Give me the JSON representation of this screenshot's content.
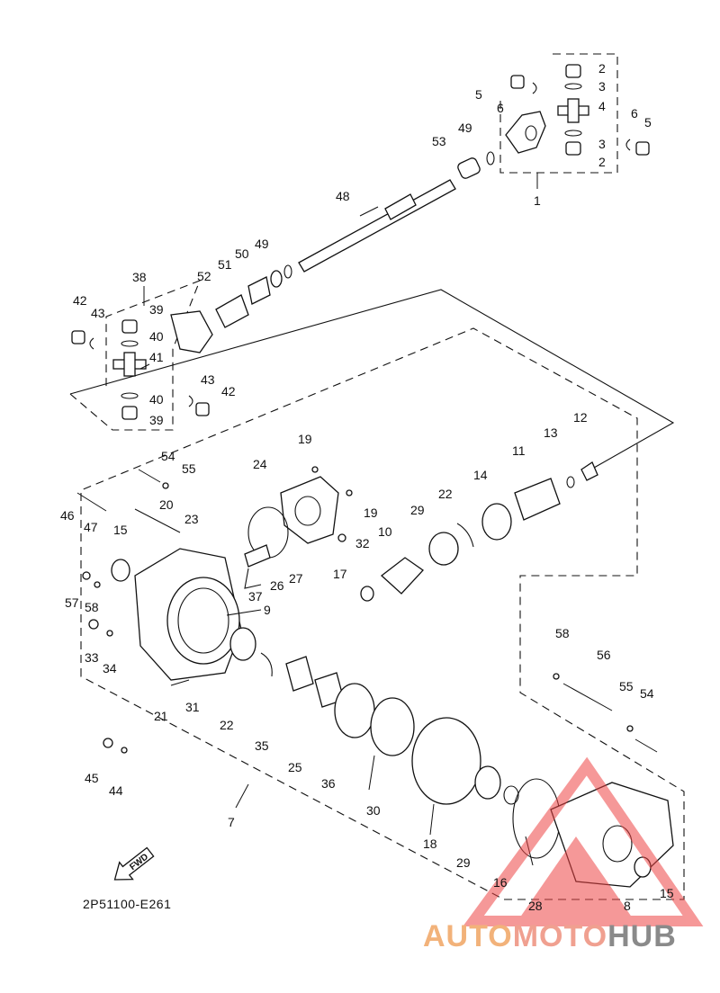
{
  "diagram_code": "2P51100-E261",
  "fwd_label": "FWD",
  "watermark": {
    "part1": "AUTO",
    "part2": "MOTO",
    "part3": "HUB",
    "colors": {
      "part1": "#f2b27a",
      "part2": "#f0a090",
      "part3": "#8a8a8a",
      "logo": "#ee4444"
    }
  },
  "callouts": {
    "c1": "1",
    "c2a": "2",
    "c2b": "2",
    "c3a": "3",
    "c3b": "3",
    "c4": "4",
    "c5a": "5",
    "c5b": "5",
    "c6a": "6",
    "c6b": "6",
    "c7": "7",
    "c8": "8",
    "c9": "9",
    "c10": "10",
    "c11": "11",
    "c12": "12",
    "c13": "13",
    "c14": "14",
    "c15a": "15",
    "c15b": "15",
    "c16": "16",
    "c17": "17",
    "c18": "18",
    "c19a": "19",
    "c19b": "19",
    "c20": "20",
    "c21": "21",
    "c22a": "22",
    "c22b": "22",
    "c23": "23",
    "c24": "24",
    "c25": "25",
    "c26": "26",
    "c27": "27",
    "c28": "28",
    "c29a": "29",
    "c29b": "29",
    "c30": "30",
    "c31": "31",
    "c32": "32",
    "c33": "33",
    "c34": "34",
    "c35": "35",
    "c36": "36",
    "c37": "37",
    "c38": "38",
    "c39a": "39",
    "c39b": "39",
    "c40a": "40",
    "c40b": "40",
    "c41": "41",
    "c42a": "42",
    "c42b": "42",
    "c43a": "43",
    "c43b": "43",
    "c44": "44",
    "c45": "45",
    "c46": "46",
    "c47": "47",
    "c48": "48",
    "c49a": "49",
    "c49b": "49",
    "c50": "50",
    "c51": "51",
    "c52": "52",
    "c53": "53",
    "c54a": "54",
    "c54b": "54",
    "c55a": "55",
    "c55b": "55",
    "c56": "56",
    "c57": "57",
    "c58a": "58",
    "c58b": "58"
  }
}
